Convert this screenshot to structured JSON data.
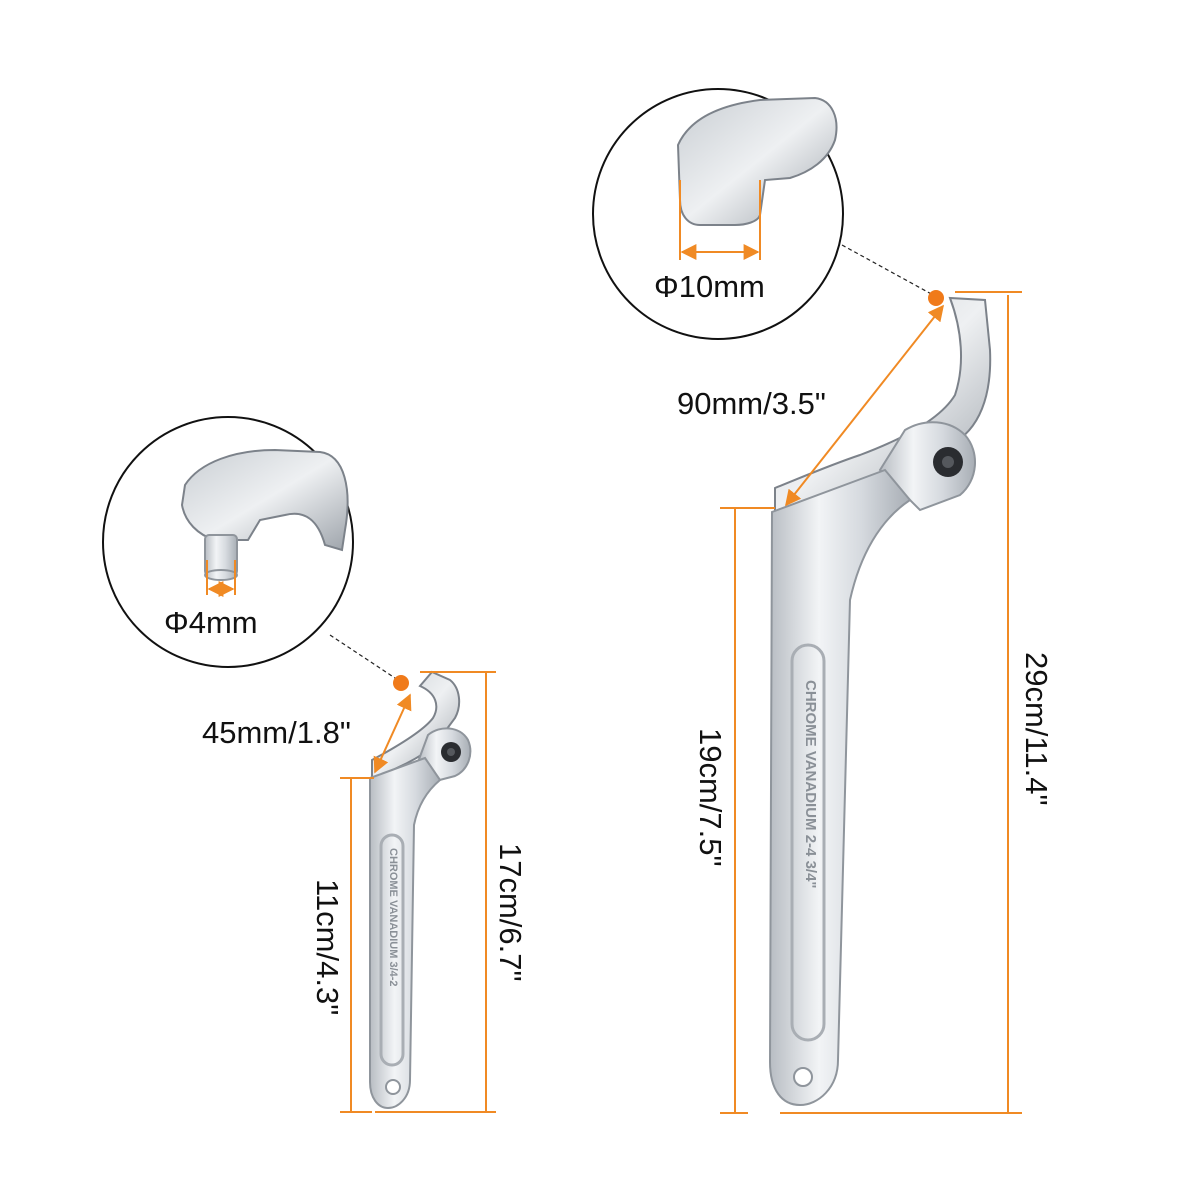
{
  "small_wrench": {
    "pin_diameter": "Φ4mm",
    "hook_span": "45mm/1.8\"",
    "handle_length": "11cm/4.3\"",
    "overall_length": "17cm/6.7\"",
    "engraving": "CHROME VANADIUM 3/4-2"
  },
  "large_wrench": {
    "hook_width": "Φ10mm",
    "hook_span": "90mm/3.5\"",
    "handle_length": "19cm/7.5\"",
    "overall_length": "29cm/11.4\"",
    "engraving": "CHROME VANADIUM 2-4 3/4\""
  },
  "colors": {
    "dimension_line": "#f08a24",
    "marker_dot": "#f07a1a",
    "steel": "#d4d8dc"
  }
}
